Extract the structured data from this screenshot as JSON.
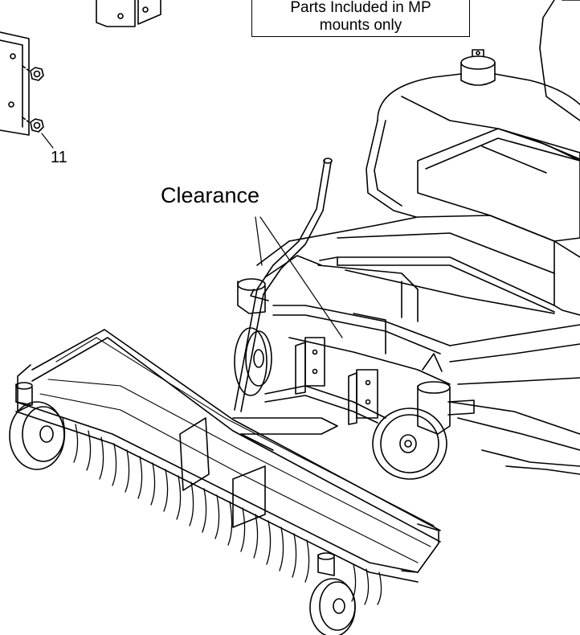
{
  "note": {
    "line1": "Parts Included in MP",
    "line2": "mounts only"
  },
  "callouts": {
    "part_number": "11",
    "clearance": "Clearance"
  }
}
